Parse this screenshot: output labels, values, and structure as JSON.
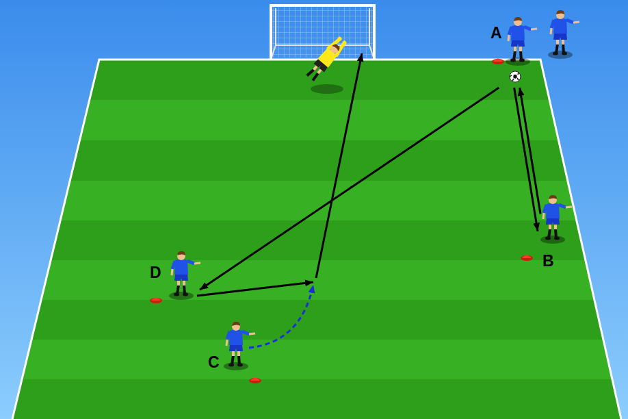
{
  "diagram": {
    "nodes": [
      {
        "text": [
          "A"
        ]
      },
      {
        "text": [
          "B"
        ]
      },
      {
        "text": [
          "D"
        ]
      },
      {
        "text": [
          "C"
        ]
      }
    ],
    "edges": [
      {
        "from": 0,
        "to": 1,
        "arrow": "to"
      },
      {
        "from": 1,
        "to": 0,
        "arrow": "to"
      },
      {
        "from": 0,
        "to": 2,
        "arrow": "to"
      }
    ]
  }
}
